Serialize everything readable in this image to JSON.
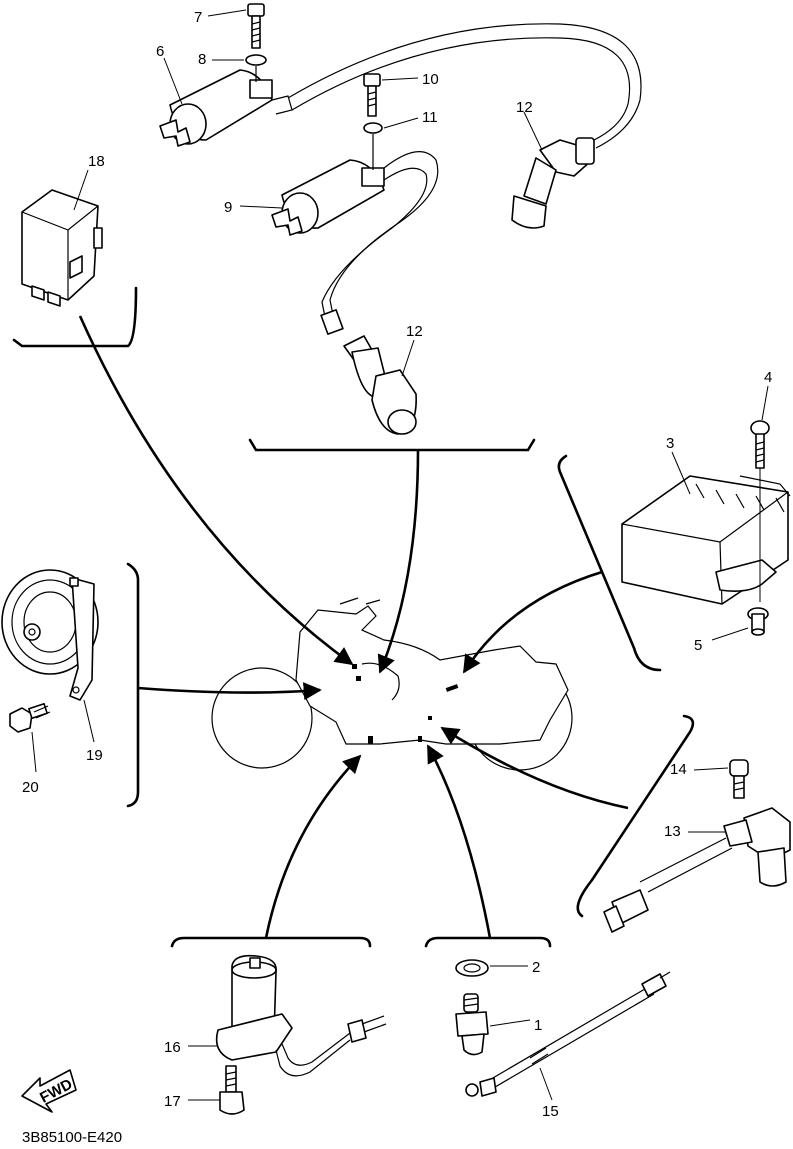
{
  "diagram_code": "3B85100-E420",
  "fwd_label": "FWD",
  "callouts": {
    "c1": "1",
    "c2": "2",
    "c3": "3",
    "c4": "4",
    "c5": "5",
    "c6": "6",
    "c7": "7",
    "c8": "8",
    "c9": "9",
    "c10": "10",
    "c11": "11",
    "c12a": "12",
    "c12b": "12",
    "c13": "13",
    "c14": "14",
    "c15": "15",
    "c16": "16",
    "c17": "17",
    "c18": "18",
    "c19": "19",
    "c20": "20"
  }
}
